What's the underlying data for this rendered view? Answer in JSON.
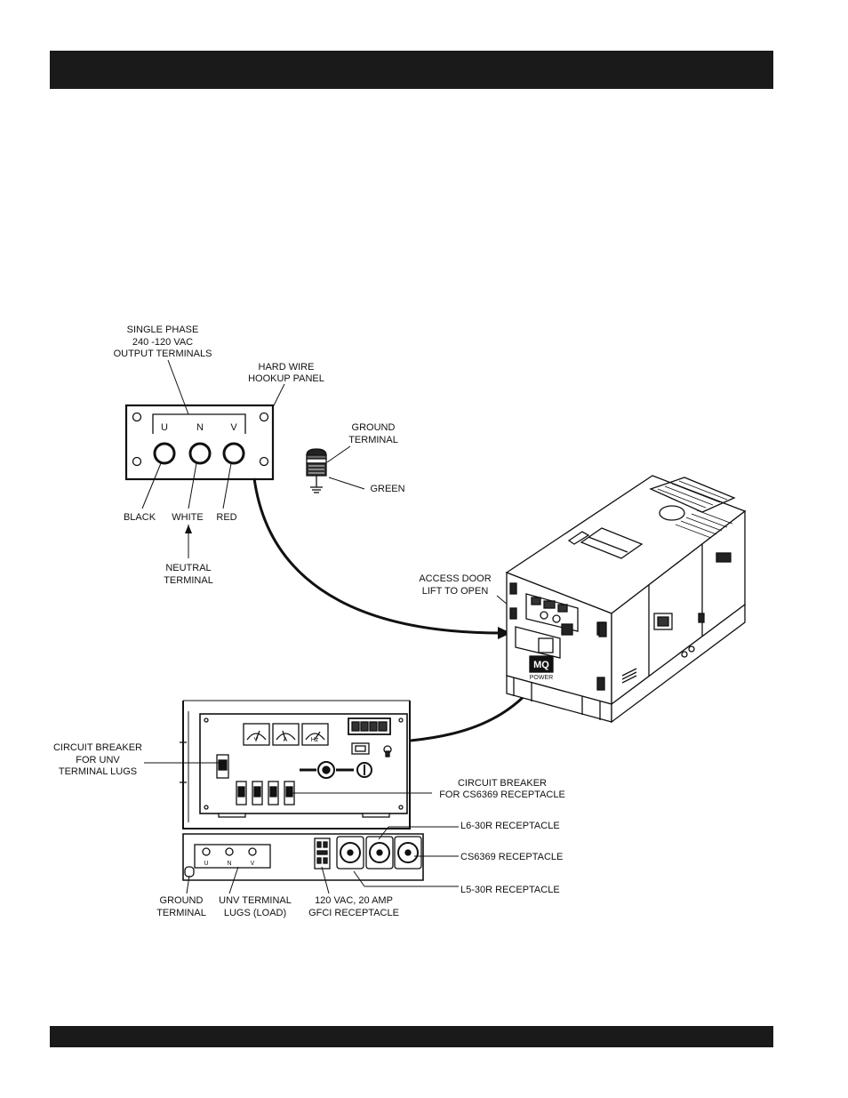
{
  "header_bar": {
    "color": "#1a1a1a"
  },
  "footer_bar": {
    "color": "#1a1a1a"
  },
  "hookup_panel": {
    "terminals": [
      "U",
      "N",
      "V"
    ],
    "labels": {
      "output_terminals": [
        "SINGLE PHASE",
        "240 -120 VAC",
        "OUTPUT TERMINALS"
      ],
      "hard_wire": [
        "HARD WIRE",
        "HOOKUP PANEL"
      ],
      "black": "BLACK",
      "white": "WHITE",
      "red": "RED",
      "neutral": [
        "NEUTRAL",
        "TERMINAL"
      ]
    }
  },
  "ground": {
    "terminal": [
      "GROUND",
      "TERMINAL"
    ],
    "green": "GREEN"
  },
  "generator": {
    "access_door": [
      "ACCESS DOOR",
      "LIFT TO OPEN"
    ],
    "brand": "MQ",
    "brand_sub": "POWER"
  },
  "control_panel": {
    "meters": [
      "V",
      "A",
      "Hz"
    ],
    "breaker_unv": [
      "CIRCUIT BREAKER",
      "FOR UNV",
      "TERMINAL LUGS"
    ],
    "breaker_cs6369": [
      "CIRCUIT BREAKER",
      "FOR CS6369 RECEPTACLE"
    ],
    "l6": "L6-30R RECEPTACLE",
    "cs6369": "CS6369 RECEPTACLE",
    "l5": "L5-30R RECEPTACLE",
    "ground_terminal": [
      "GROUND",
      "TERMINAL"
    ],
    "unv_lugs": [
      "UNV TERMINAL",
      "LUGS (LOAD)"
    ],
    "gfci": [
      "120 VAC, 20 AMP",
      "GFCI RECEPTACLE"
    ],
    "lug_letters": [
      "U",
      "N",
      "V"
    ]
  }
}
